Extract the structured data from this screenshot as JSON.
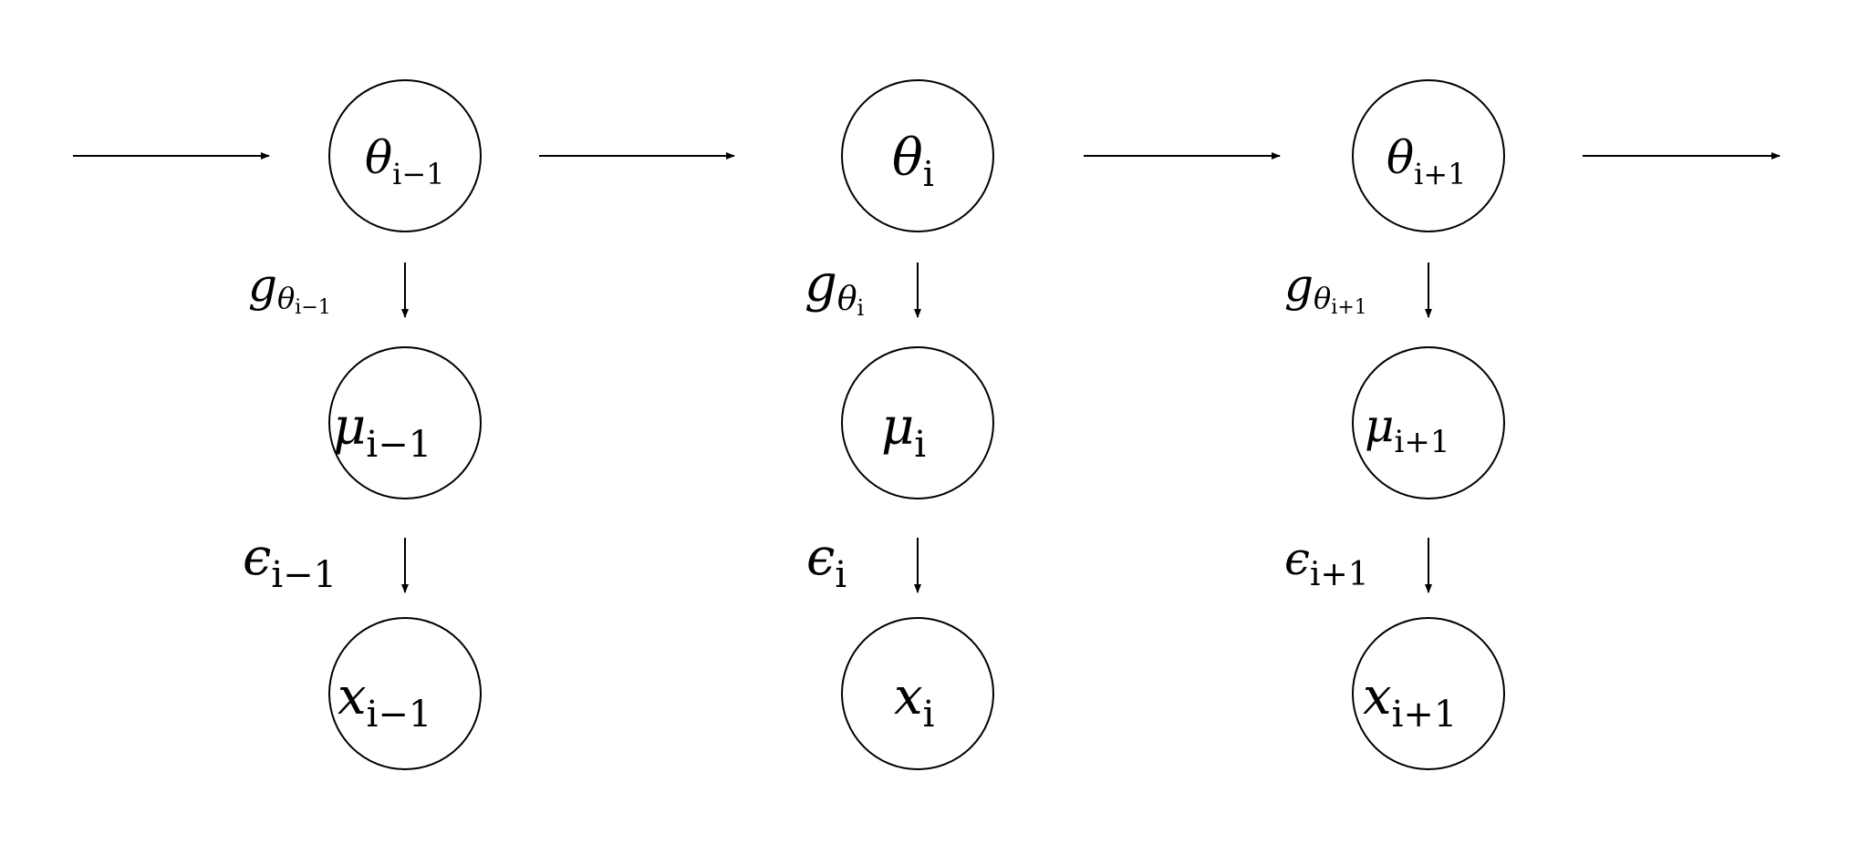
{
  "diagram": {
    "columns": [
      {
        "theta": {
          "base": "θ",
          "sub": "i−1"
        },
        "g": {
          "base": "g",
          "sub_base": "θ",
          "sub_sub": "i−1"
        },
        "mu": {
          "base": "μ",
          "sub": "i−1"
        },
        "eps": {
          "base": "ϵ",
          "sub": "i−1"
        },
        "x": {
          "base": "x",
          "sub": "i−1"
        }
      },
      {
        "theta": {
          "base": "θ",
          "sub": "i"
        },
        "g": {
          "base": "g",
          "sub_base": "θ",
          "sub_sub": "i"
        },
        "mu": {
          "base": "μ",
          "sub": "i"
        },
        "eps": {
          "base": "ϵ",
          "sub": "i"
        },
        "x": {
          "base": "x",
          "sub": "i"
        }
      },
      {
        "theta": {
          "base": "θ",
          "sub": "i+1"
        },
        "g": {
          "base": "g",
          "sub_base": "θ",
          "sub_sub": "i+1"
        },
        "mu": {
          "base": "μ",
          "sub": "i+1"
        },
        "eps": {
          "base": "ϵ",
          "sub": "i+1"
        },
        "x": {
          "base": "x",
          "sub": "i+1"
        }
      }
    ],
    "colors": {
      "stroke": "#000000",
      "background": "#ffffff"
    }
  }
}
